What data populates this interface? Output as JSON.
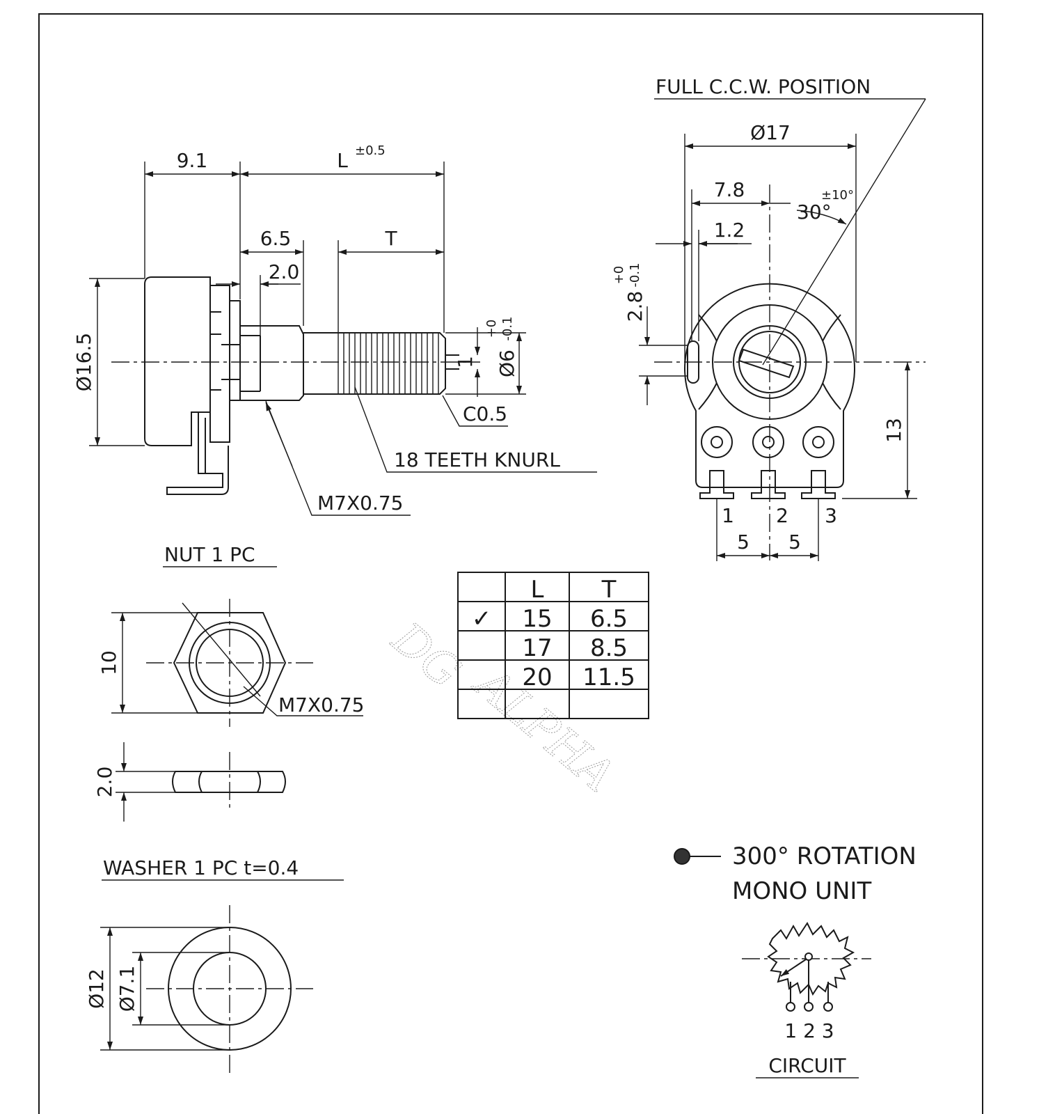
{
  "side_view": {
    "dim_9_1": "9.1",
    "dim_L": "L",
    "dim_L_tol": "±0.5",
    "dim_6_5": "6.5",
    "dim_T": "T",
    "dim_2_0": "2.0",
    "dim_d16_5": "Ø16.5",
    "dim_d6": "Ø6",
    "dim_d6_tol_upper": "+0",
    "dim_d6_tol_lower": "-0.1",
    "dim_1": "1",
    "chamfer": "C0.5",
    "knurl": "18 TEETH KNURL",
    "thread": "M7X0.75"
  },
  "front_view": {
    "title": "FULL C.C.W. POSITION",
    "dim_d17": "Ø17",
    "dim_7_8": "7.8",
    "dim_1_2": "1.2",
    "angle": "30°",
    "angle_tol": "±10°",
    "dim_2_8": "2.8",
    "dim_2_8_tol_upper": "+0",
    "dim_2_8_tol_lower": "-0.1",
    "dim_13": "13",
    "pin_1": "1",
    "pin_2": "2",
    "pin_3": "3",
    "pitch_left": "5",
    "pitch_right": "5"
  },
  "nut": {
    "title": "NUT 1 PC",
    "dim_10": "10",
    "thread": "M7X0.75",
    "dim_thickness": "2.0"
  },
  "washer": {
    "title": "WASHER 1 PC t=0.4",
    "dim_outer": "Ø12",
    "dim_inner": "Ø7.1"
  },
  "size_table": {
    "headers": [
      "",
      "L",
      "T"
    ],
    "rows": [
      {
        "mark": "✓",
        "L": "15",
        "T": "6.5"
      },
      {
        "mark": "",
        "L": "17",
        "T": "8.5"
      },
      {
        "mark": "",
        "L": "20",
        "T": "11.5"
      },
      {
        "mark": "",
        "L": "",
        "T": ""
      }
    ]
  },
  "notes": {
    "rotation": "300° ROTATION",
    "unit": "MONO UNIT",
    "circuit_pins": "1 2 3",
    "circuit_title": "CIRCUIT"
  },
  "watermark": {
    "line1": "DG",
    "line2": "ALPHA"
  },
  "colors": {
    "ink": "#1a1a1a",
    "paper": "#ffffff",
    "watermark": "#9a9a9a"
  }
}
